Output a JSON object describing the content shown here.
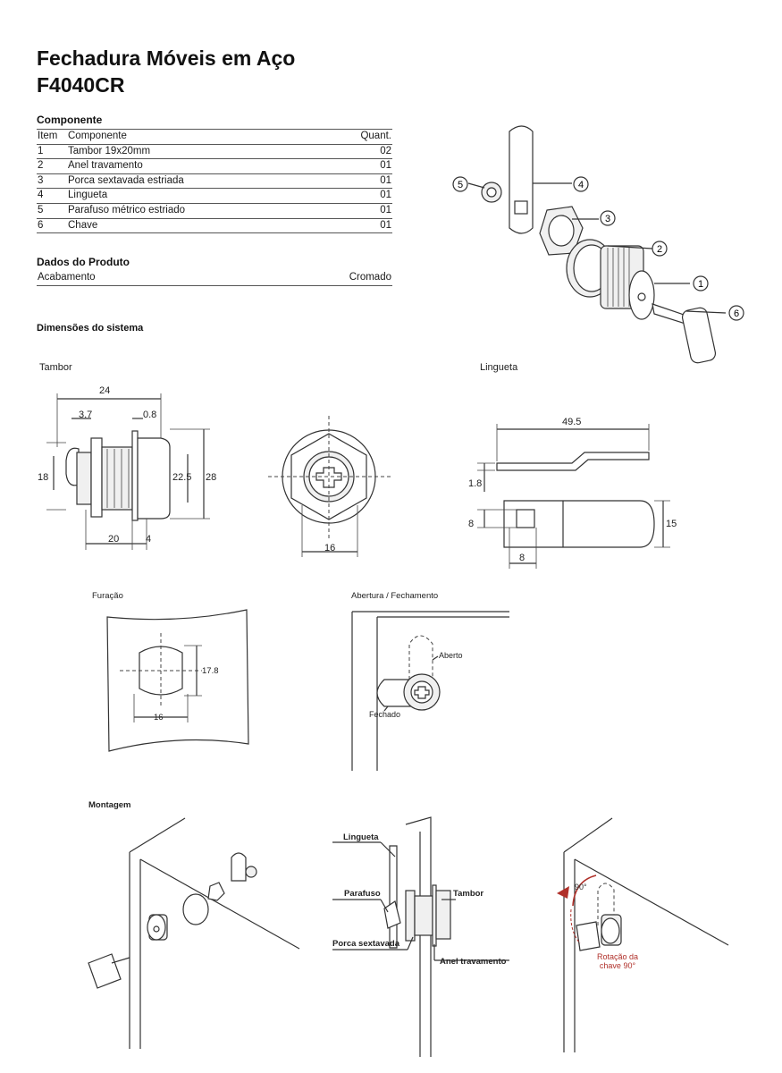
{
  "title": {
    "line1": "Fechadura Móveis em Aço",
    "line2": "F4040CR"
  },
  "components": {
    "heading": "Componente",
    "columns": [
      "Item",
      "Componente",
      "Quant."
    ],
    "rows": [
      {
        "item": "1",
        "name": "Tambor  19x20mm",
        "qty": "02"
      },
      {
        "item": "2",
        "name": "Anel travamento",
        "qty": "01"
      },
      {
        "item": "3",
        "name": "Porca sextavada estriada",
        "qty": "01"
      },
      {
        "item": "4",
        "name": "Lingueta",
        "qty": "01"
      },
      {
        "item": "5",
        "name": "Parafuso métrico estriado",
        "qty": "01"
      },
      {
        "item": "6",
        "name": "Chave",
        "qty": "01"
      }
    ]
  },
  "product_data": {
    "heading": "Dados do Produto",
    "label": "Acabamento",
    "value": "Cromado"
  },
  "exploded_view": {
    "callouts": [
      "1",
      "2",
      "3",
      "4",
      "5",
      "6"
    ]
  },
  "dimensions": {
    "heading": "Dimensões do sistema",
    "tambor": {
      "label": "Tambor",
      "d24": "24",
      "d37": "3.7",
      "d08": "0.8",
      "d18": "18",
      "d225": "22.5",
      "d28": "28",
      "d20": "20",
      "d4": "4",
      "d16": "16"
    },
    "lingueta": {
      "label": "Lingueta",
      "d495": "49.5",
      "d18": "1.8",
      "d8h": "8",
      "d15": "15",
      "d8w": "8"
    }
  },
  "furacao": {
    "label": "Furação",
    "d178": "17.8",
    "d16": "16"
  },
  "abertura": {
    "label": "Abertura / Fechamento",
    "aberto": "Aberto",
    "fechado": "Fechado"
  },
  "montagem": {
    "label": "Montagem",
    "lingueta": "Lingueta",
    "parafuso": "Parafuso",
    "tambor": "Tambor",
    "porca": "Porca sextavada",
    "anel": "Anel travamento",
    "angle": "90°",
    "rotation_line1": "Rotação da",
    "rotation_line2": "chave 90°"
  },
  "colors": {
    "text": "#1a1a1a",
    "rotation_arrow": "#b0302a"
  }
}
